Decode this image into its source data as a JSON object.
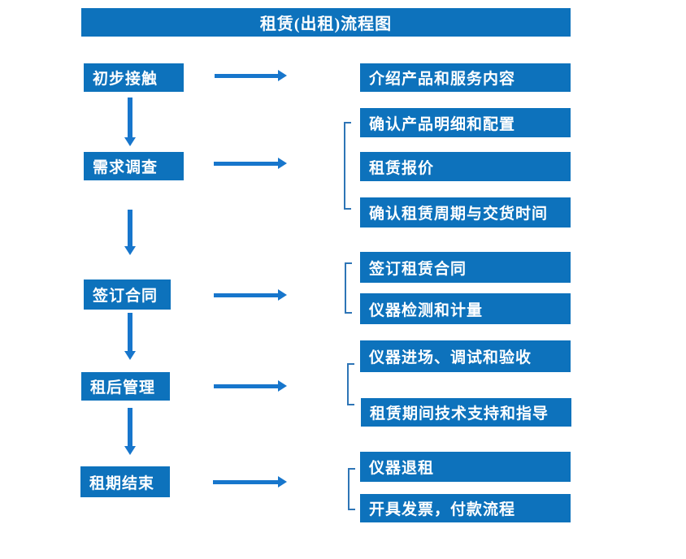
{
  "title": "租赁(出租)流程图",
  "colors": {
    "box": "#0d72bc",
    "arrow": "#1776cc",
    "bracket": "#2e75b6",
    "text": "#ffffff",
    "background": "#ffffff"
  },
  "stages": [
    {
      "label": "初步接触",
      "outputs": [
        "介绍产品和服务内容"
      ]
    },
    {
      "label": "需求调查",
      "outputs": [
        "确认产品明细和配置",
        "租赁报价",
        "确认租赁周期与交货时间"
      ]
    },
    {
      "label": "签订合同",
      "outputs": [
        "签订租赁合同",
        "仪器检测和计量"
      ]
    },
    {
      "label": "租后管理",
      "outputs": [
        "仪器进场、调试和验收",
        "租赁期间技术支持和指导"
      ]
    },
    {
      "label": "租期结束",
      "outputs": [
        "仪器退租",
        "开具发票，付款流程"
      ]
    }
  ]
}
